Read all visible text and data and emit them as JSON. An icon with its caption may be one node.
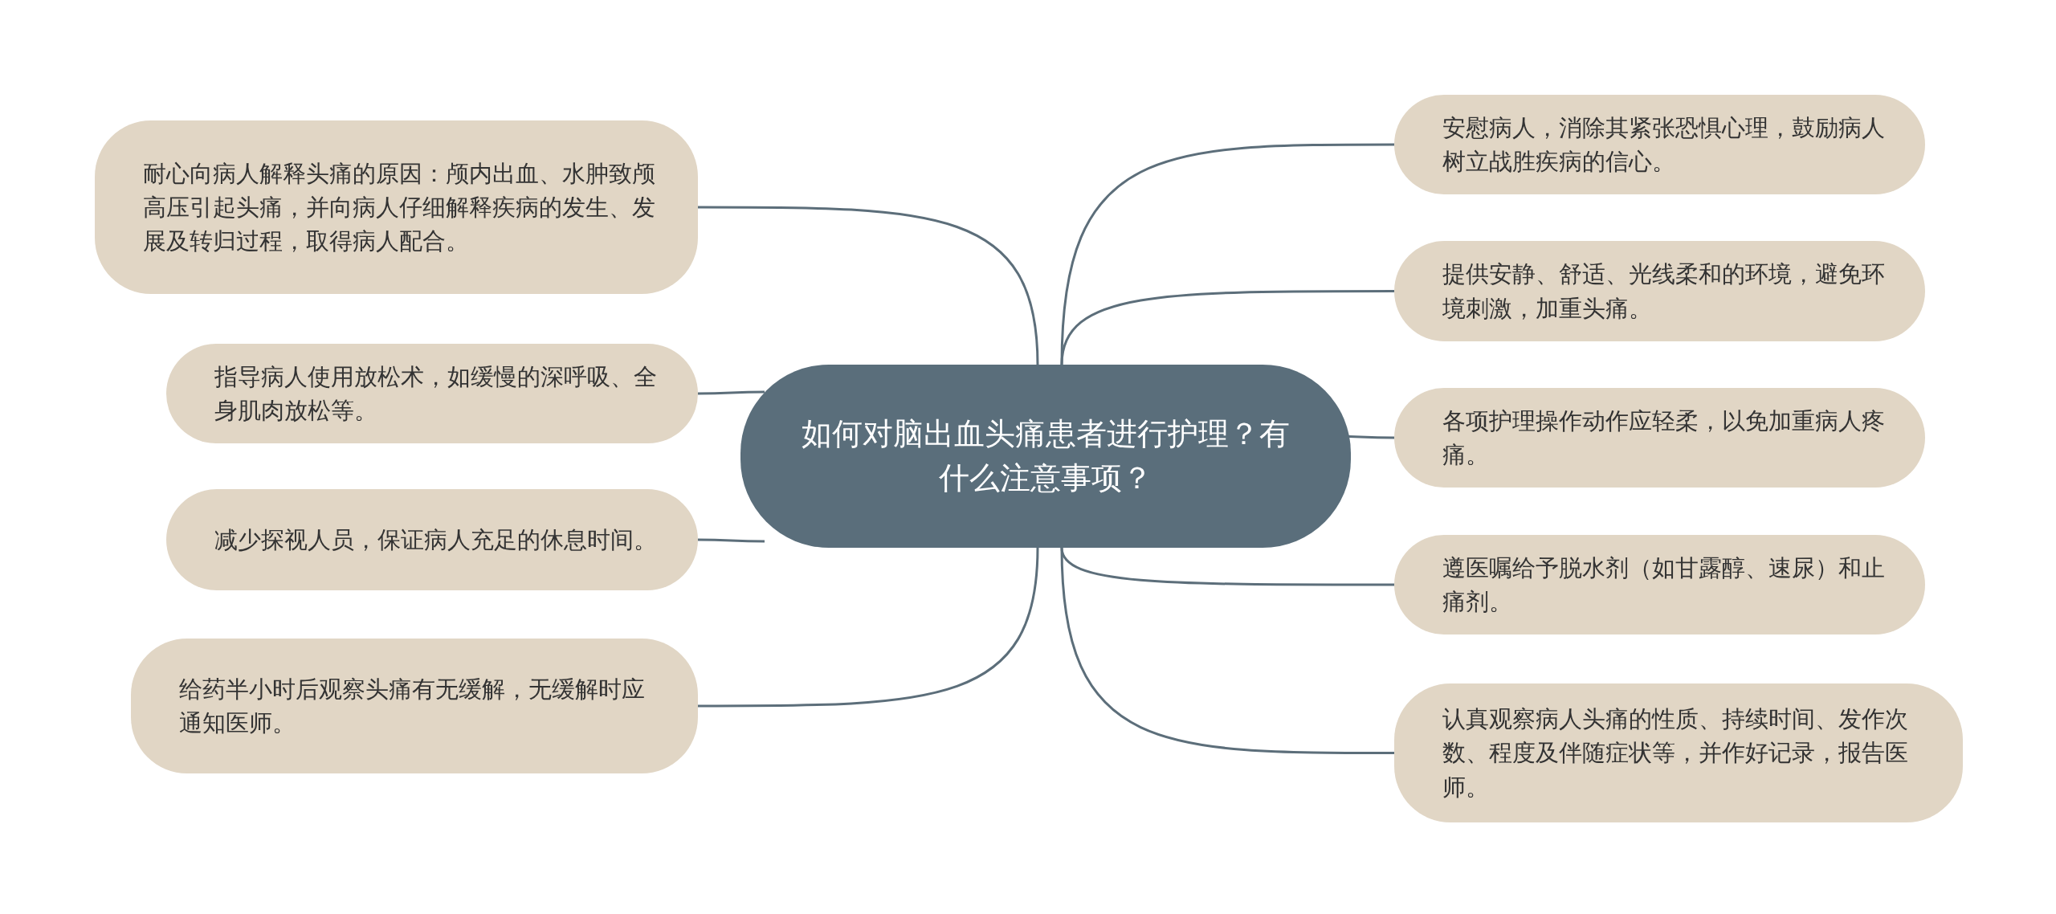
{
  "diagram": {
    "nodes": [
      {
        "text": [
          "如何对脑出血头痛患者进行护理？有什么注意事项？"
        ]
      },
      {
        "text": [
          "耐心向病人解释头痛的原因：颅内出血、水肿致颅高压引起头痛，并向病人仔细解释疾病的发生、发展及转归过程，取得病人配合。"
        ]
      },
      {
        "text": [
          "指导病人使用放松术，如缓慢的深呼吸、全身肌肉放松等。"
        ]
      },
      {
        "text": [
          "减少探视人员，保证病人充足的休息时间。"
        ]
      },
      {
        "text": [
          "给药半小时后观察头痛有无缓解，无缓解时应通知医师。"
        ]
      },
      {
        "text": [
          "安慰病人，消除其紧张恐惧心理，鼓励病人树立战胜疾病的信心。"
        ]
      },
      {
        "text": [
          "提供安静、舒适、光线柔和的环境，避免环境刺激，加重头痛。"
        ]
      },
      {
        "text": [
          "各项护理操作动作应轻柔，以免加重病人疼痛。"
        ]
      },
      {
        "text": [
          "遵医嘱给予脱水剂（如甘露醇、速尿）和止痛剂。"
        ]
      },
      {
        "text": [
          "认真观察病人头痛的性质、持续时间、发作次数、程度及伴随症状等，并作好记录，报告医师。"
        ]
      }
    ],
    "edges": [
      {
        "from": 0,
        "to": 1,
        "arrow": "none"
      },
      {
        "from": 0,
        "to": 2,
        "arrow": "none"
      },
      {
        "from": 0,
        "to": 3,
        "arrow": "none"
      },
      {
        "from": 0,
        "to": 4,
        "arrow": "none"
      },
      {
        "from": 0,
        "to": 5,
        "arrow": "none"
      },
      {
        "from": 0,
        "to": 6,
        "arrow": "none"
      },
      {
        "from": 0,
        "to": 7,
        "arrow": "none"
      },
      {
        "from": 0,
        "to": 8,
        "arrow": "none"
      },
      {
        "from": 0,
        "to": 9,
        "arrow": "none"
      }
    ]
  }
}
